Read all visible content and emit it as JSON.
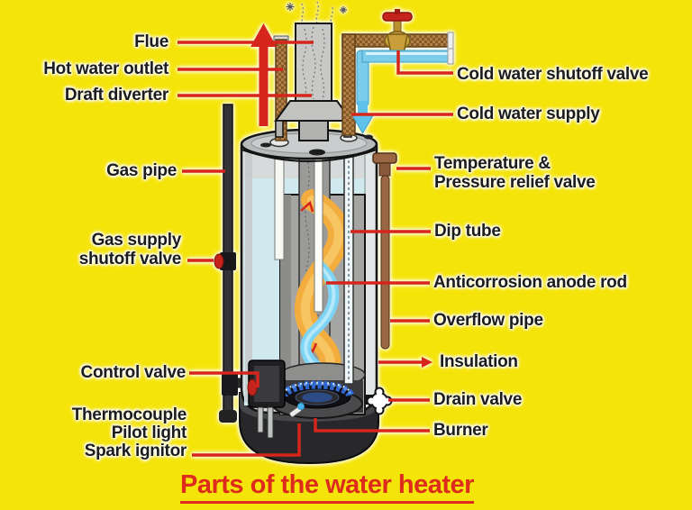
{
  "diagram": {
    "title": "Parts of the water heater",
    "labels_left": {
      "flue": "Flue",
      "hot_water_outlet": "Hot water outlet",
      "draft_diverter": "Draft diverter",
      "gas_pipe": "Gas pipe",
      "gas_supply_shutoff_valve": "Gas supply\nshutoff valve",
      "control_valve": "Control valve",
      "thermocouple": "Thermocouple",
      "pilot_light": "Pilot light",
      "spark_ignitor": "Spark ignitor"
    },
    "labels_right": {
      "cold_water_shutoff_valve": "Cold water shutoff valve",
      "cold_water_supply": "Cold water supply",
      "temperature_pressure_relief_valve": "Temperature &\nPressure relief valve",
      "dip_tube": "Dip tube",
      "anticorrosion_anode_rod": "Anticorrosion anode rod",
      "overflow_pipe": "Overflow pipe",
      "insulation": "Insulation",
      "drain_valve": "Drain valve",
      "burner": "Burner"
    }
  },
  "colors": {
    "background_yellow": "#F5E409",
    "leader_red": "#D6251B",
    "title_red": "#DD2B1C",
    "label_black": "#1C1C1C",
    "pipe_brass_brown": "#B28045",
    "cold_water_blue": "#7CCDEB",
    "overflow_pipe_brown": "#9A6644",
    "flame_orange": "#F3AC3E",
    "water_blue": "#CFE9EE",
    "tank_gray": "#D7DADA",
    "valve_knob_red": "#C4241B"
  }
}
